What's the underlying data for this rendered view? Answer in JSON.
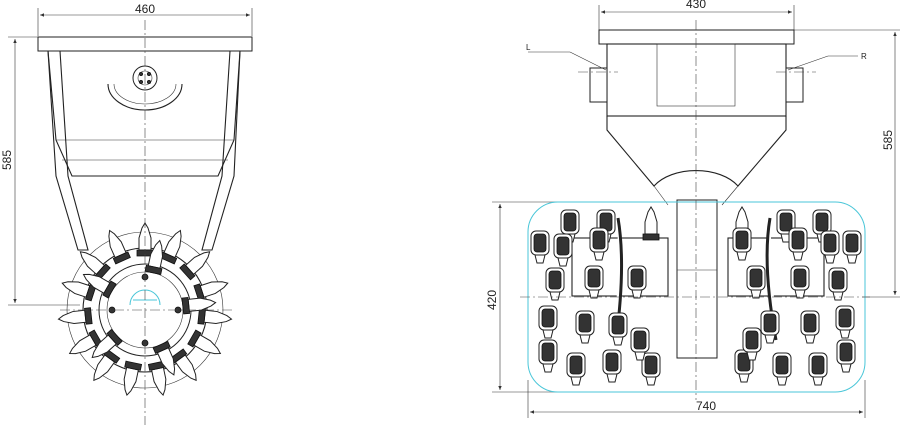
{
  "left_view": {
    "width_dimension": "460",
    "height_dimension": "585"
  },
  "right_view": {
    "top_width_dimension": "430",
    "height_dimension": "585",
    "drum_height_dimension": "420",
    "drum_width_dimension": "740",
    "left_port_label": "L",
    "right_port_label": "R"
  },
  "colors": {
    "line": "#222222",
    "highlight": "#49c6d8"
  }
}
